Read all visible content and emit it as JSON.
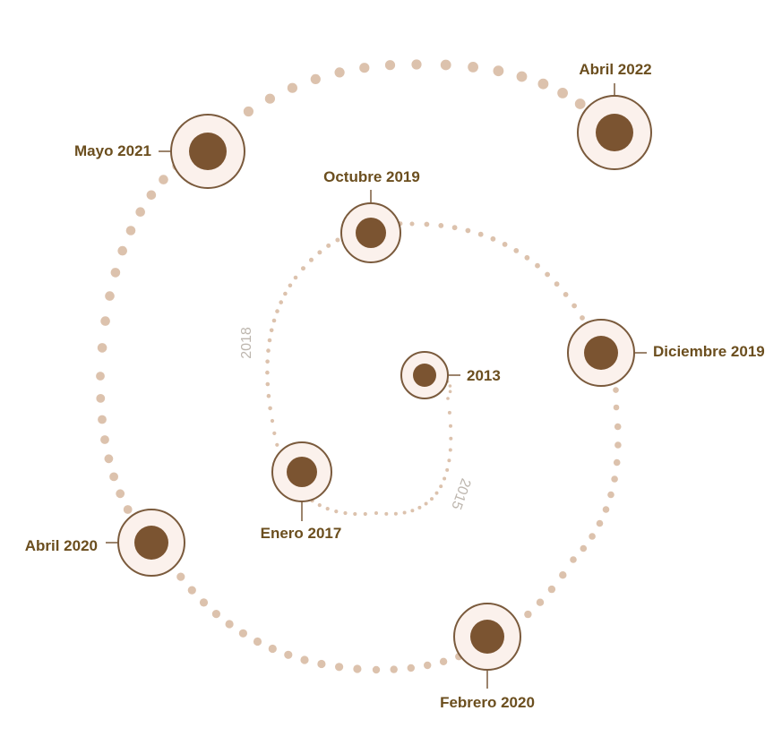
{
  "colors": {
    "dot": "#dcc2ad",
    "ring_stroke": "#7a5a3c",
    "ring_fill": "#fbf1ec",
    "core": "#7b5431",
    "label": "#6b4e1e",
    "year_label": "#bdb6ae"
  },
  "events": [
    {
      "id": "2013",
      "label": "2013"
    },
    {
      "id": "enero-2017",
      "label": "Enero 2017"
    },
    {
      "id": "octubre-2019",
      "label": "Octubre 2019"
    },
    {
      "id": "diciembre-2019",
      "label": "Diciembre 2019"
    },
    {
      "id": "febrero-2020",
      "label": "Febrero 2020"
    },
    {
      "id": "abril-2020",
      "label": "Abril 2020"
    },
    {
      "id": "mayo-2021",
      "label": "Mayo 2021"
    },
    {
      "id": "abril-2022",
      "label": "Abril 2022"
    }
  ],
  "year_labels": [
    "2015",
    "2018"
  ]
}
